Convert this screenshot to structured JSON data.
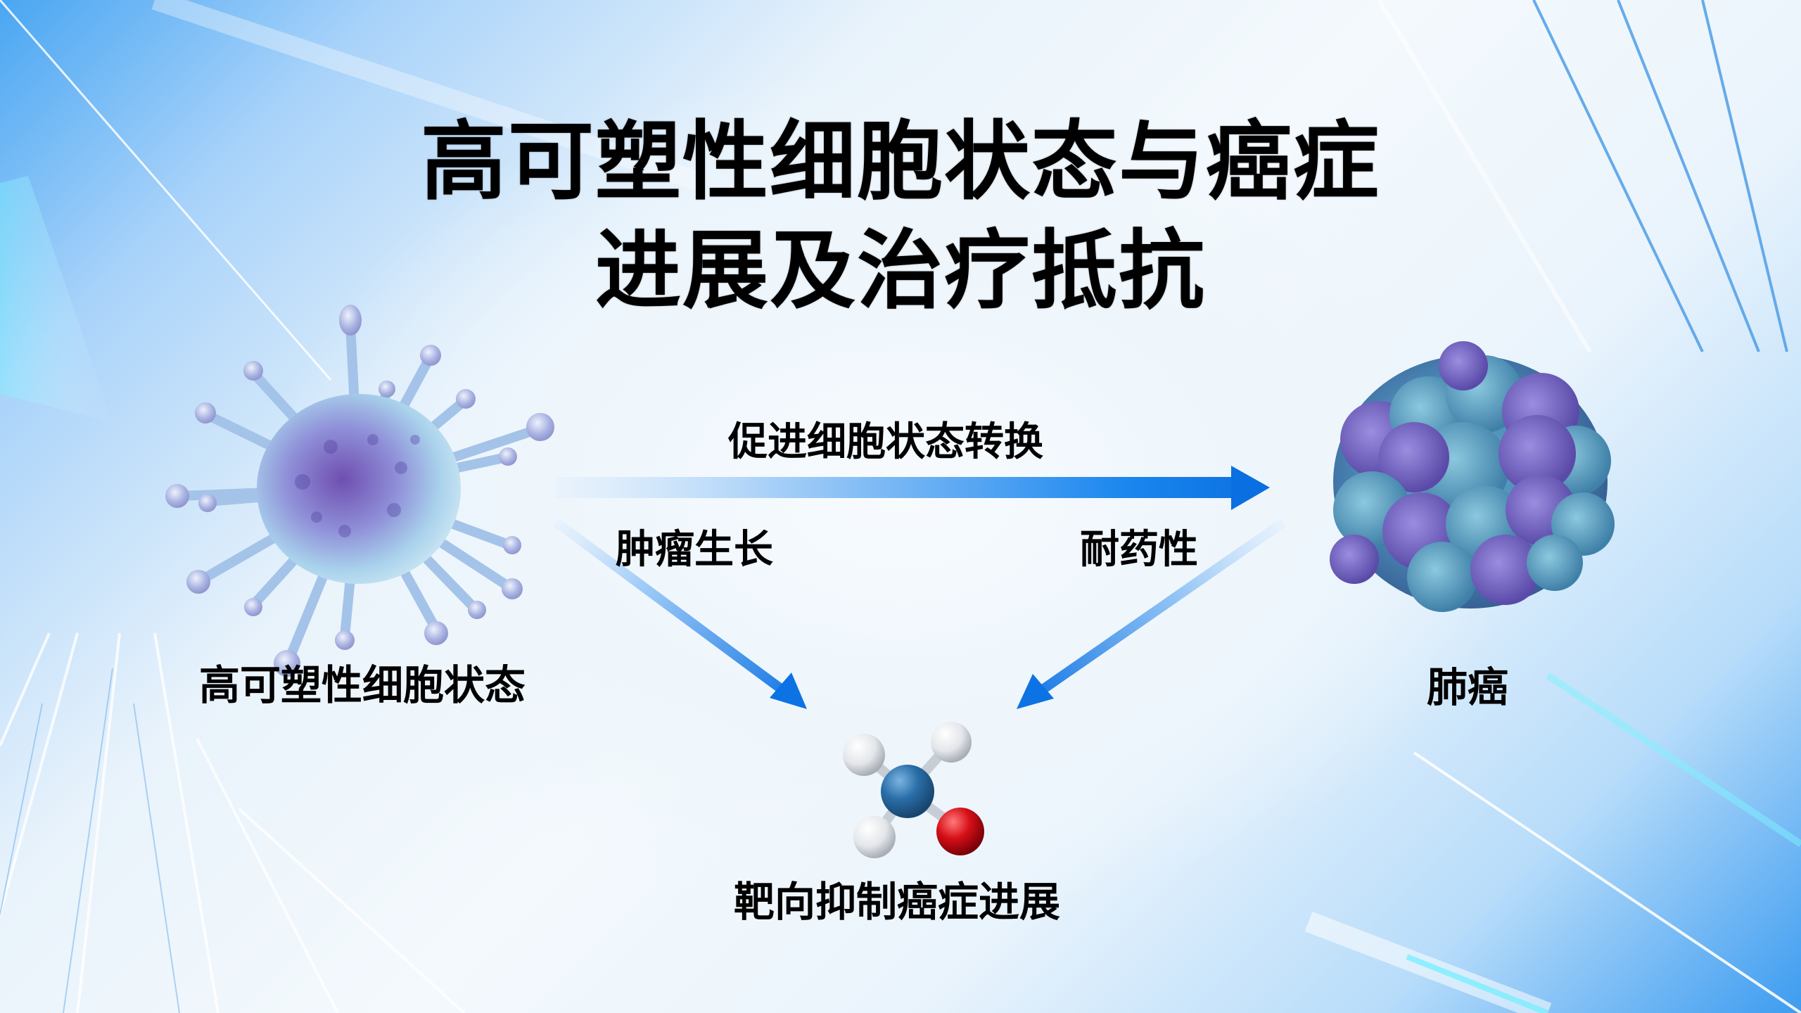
{
  "title": {
    "line1": "高可塑性细胞状态与癌症",
    "line2": "进展及治疗抵抗"
  },
  "nodes": {
    "left": {
      "label": "高可塑性细胞状态",
      "icon": "plastic-cell-icon"
    },
    "right": {
      "label": "肺癌",
      "icon": "lung-cancer-tumor-icon"
    },
    "bottom": {
      "label": "靶向抑制癌症进展",
      "icon": "molecule-icon"
    }
  },
  "edges": {
    "top": {
      "label": "促进细胞状态转换",
      "from": "left",
      "to": "right"
    },
    "left_down": {
      "label": "肿瘤生长",
      "from": "left",
      "to": "bottom"
    },
    "right_down": {
      "label": "耐药性",
      "from": "right",
      "to": "bottom"
    }
  },
  "colors": {
    "arrow_start": "#cfe6fb",
    "arrow_end": "#0a6fe0",
    "text": "#000000",
    "molecule_center": "#2a6ea8",
    "molecule_oxygen": "#d60f17",
    "molecule_hydrogen": "#e8ebee"
  }
}
